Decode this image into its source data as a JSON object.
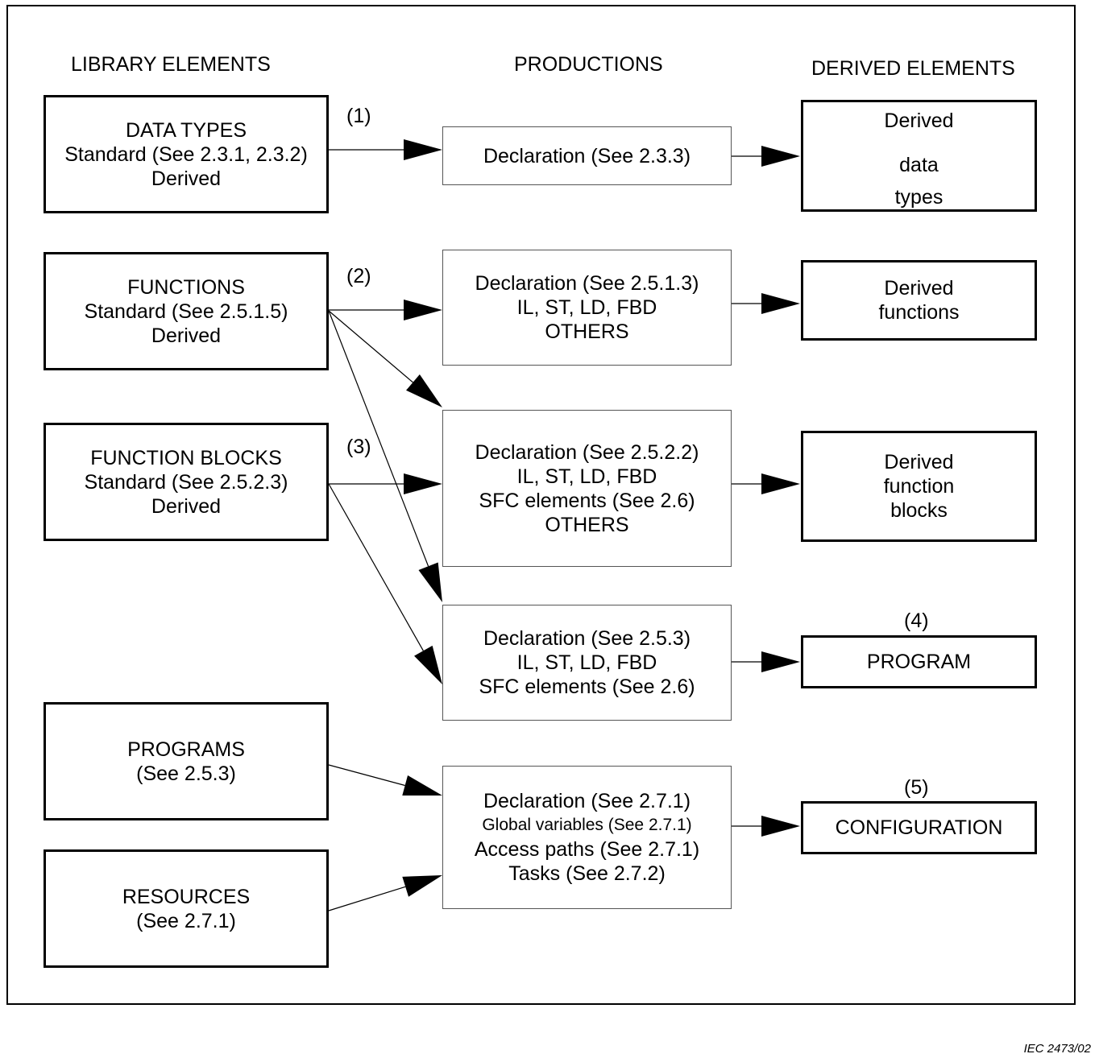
{
  "headers": {
    "library": "LIBRARY ELEMENTS",
    "productions": "PRODUCTIONS",
    "derived": "DERIVED ELEMENTS"
  },
  "library": [
    {
      "lines": [
        "DATA TYPES",
        "Standard (See 2.3.1, 2.3.2)",
        "Derived"
      ]
    },
    {
      "lines": [
        "FUNCTIONS",
        "Standard (See 2.5.1.5)",
        "Derived"
      ]
    },
    {
      "lines": [
        "FUNCTION BLOCKS",
        "Standard (See 2.5.2.3)",
        "Derived"
      ]
    },
    {
      "lines": [
        "PROGRAMS",
        "(See 2.5.3)"
      ]
    },
    {
      "lines": [
        "RESOURCES",
        "(See 2.7.1)"
      ]
    }
  ],
  "productions": [
    {
      "lines": [
        "Declaration (See 2.3.3)"
      ]
    },
    {
      "lines": [
        "Declaration (See 2.5.1.3)",
        "IL, ST, LD, FBD",
        "OTHERS"
      ]
    },
    {
      "lines": [
        "Declaration (See 2.5.2.2)",
        "IL, ST, LD, FBD",
        "SFC elements (See 2.6)",
        "OTHERS"
      ]
    },
    {
      "lines": [
        "Declaration (See 2.5.3)",
        "IL, ST, LD, FBD",
        "SFC elements (See 2.6)"
      ]
    },
    {
      "lines": [
        "Declaration (See 2.7.1)",
        "Global variables (See 2.7.1)",
        "Access paths (See 2.7.1)",
        "Tasks (See 2.7.2)"
      ]
    }
  ],
  "derived": [
    {
      "lines": [
        "Derived",
        "data",
        "types"
      ]
    },
    {
      "lines": [
        "Derived",
        "functions"
      ]
    },
    {
      "lines": [
        "Derived",
        "function",
        "blocks"
      ]
    },
    {
      "lines": [
        "PROGRAM"
      ]
    },
    {
      "lines": [
        "CONFIGURATION"
      ]
    }
  ],
  "numbers": [
    "(1)",
    "(2)",
    "(3)",
    "(4)",
    "(5)"
  ],
  "footer": "IEC   2473/02"
}
